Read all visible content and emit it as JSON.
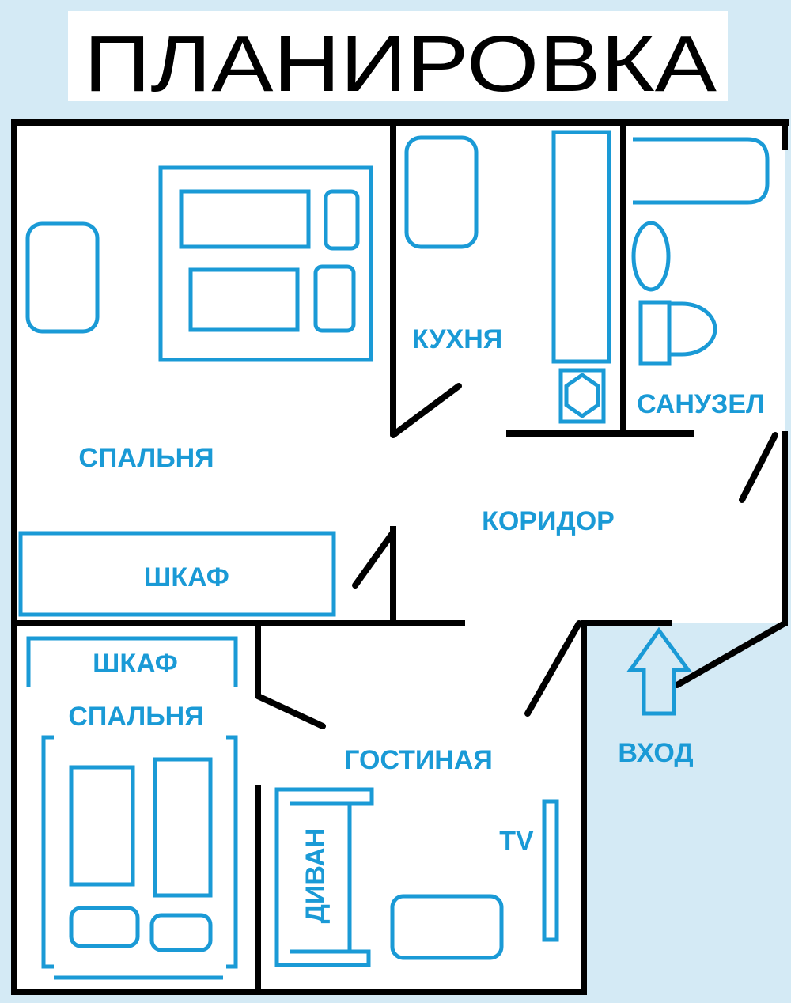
{
  "title": "ПЛАНИРОВКА",
  "colors": {
    "background": "#d4eaf5",
    "floor": "#ffffff",
    "walls": "#000000",
    "furniture": "#1a9ad6"
  },
  "rooms": {
    "bedroom_top": "СПАЛЬНЯ",
    "wardrobe_top": "ШКАФ",
    "kitchen": "КУХНЯ",
    "bathroom": "САНУЗЕЛ",
    "corridor": "КОРИДОР",
    "wardrobe_bottom": "ШКАФ",
    "bedroom_bottom": "СПАЛЬНЯ",
    "living_room": "ГОСТИНАЯ",
    "sofa": "ДИВАН",
    "tv": "TV",
    "entrance": "ВХОД"
  }
}
